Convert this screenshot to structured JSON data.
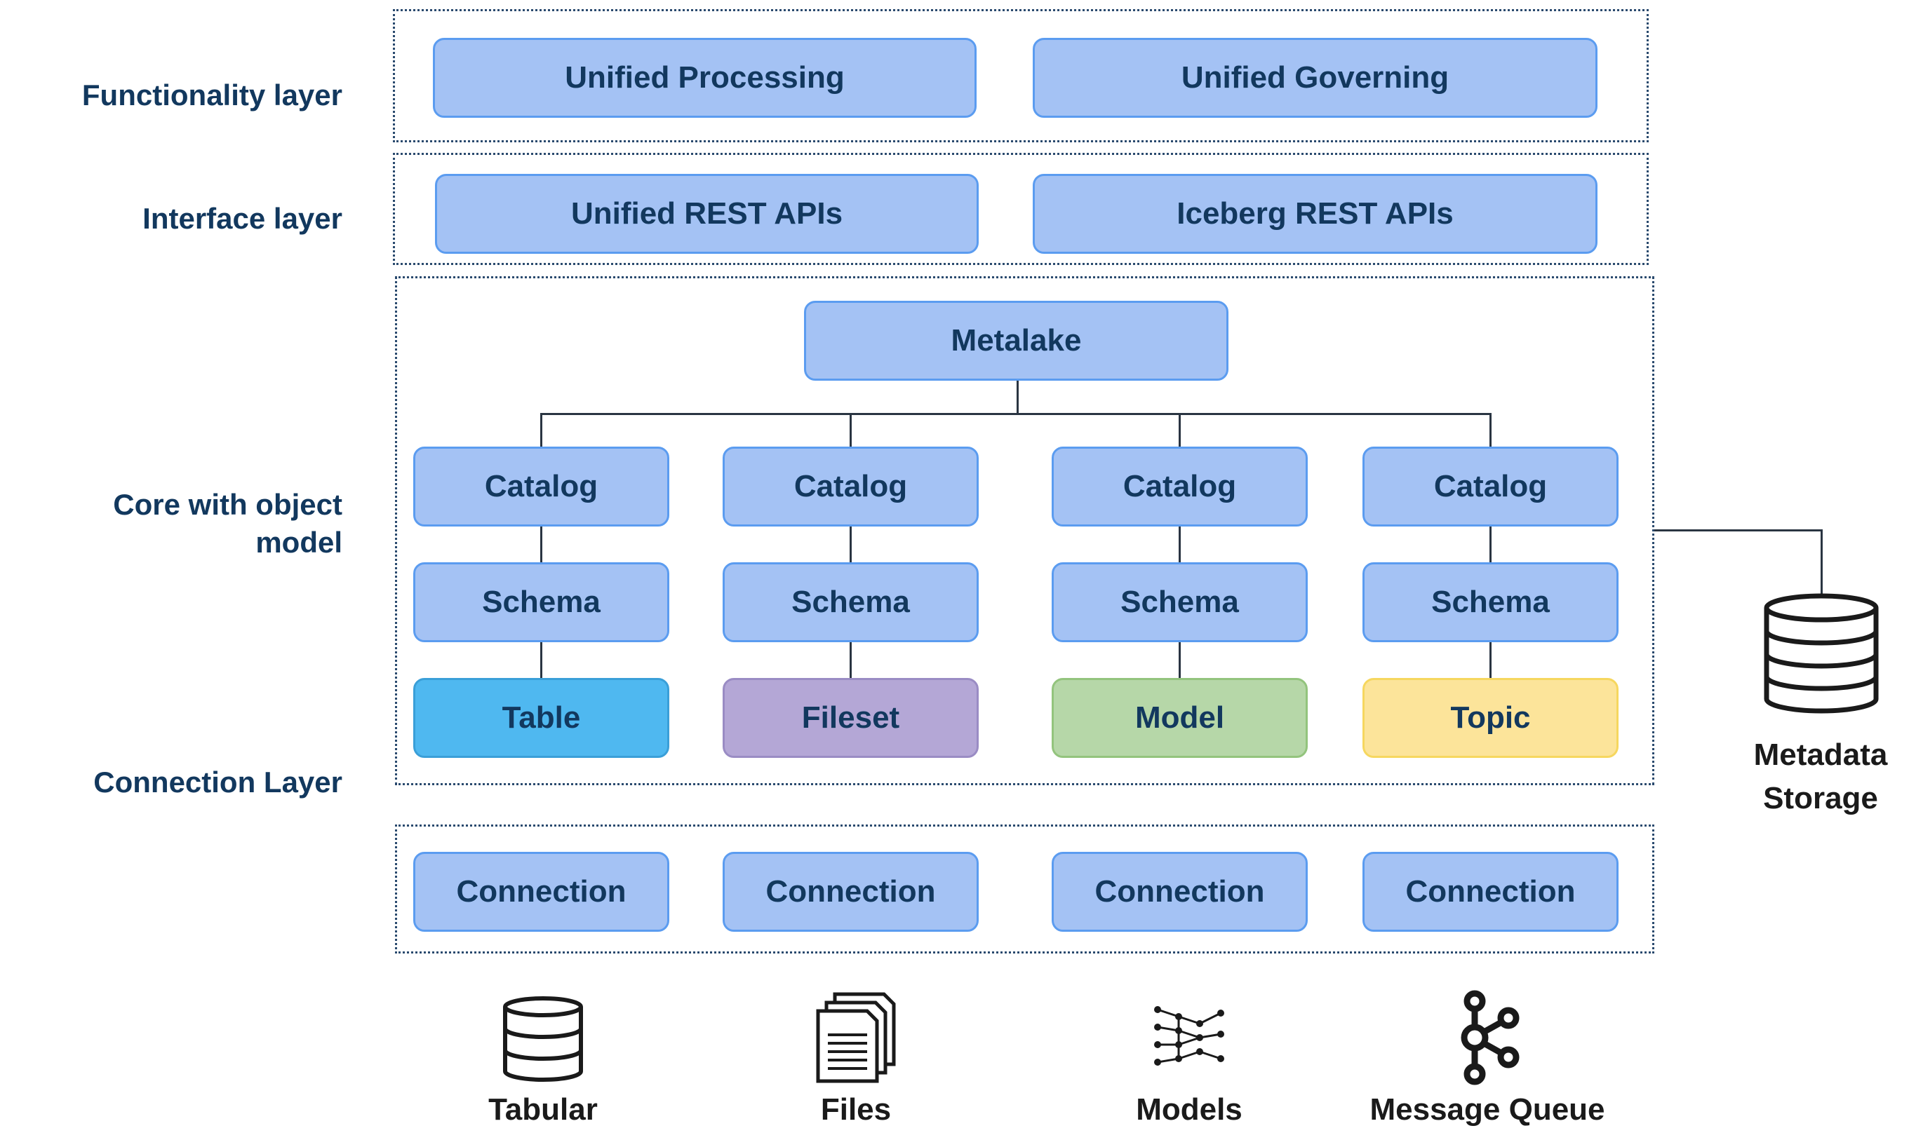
{
  "layers": {
    "functionality": "Functionality layer",
    "interface": "Interface layer",
    "core_line1": "Core with object",
    "core_line2": "model",
    "connection": "Connection Layer"
  },
  "functionality": {
    "unified_processing": "Unified Processing",
    "unified_governing": "Unified Governing"
  },
  "interface": {
    "unified_rest": "Unified REST APIs",
    "iceberg_rest": "Iceberg REST APIs"
  },
  "core": {
    "metalake": "Metalake",
    "columns": [
      {
        "catalog": "Catalog",
        "schema": "Schema",
        "object": "Table",
        "object_color": "#4fb8f0",
        "object_border": "#3a9fd8"
      },
      {
        "catalog": "Catalog",
        "schema": "Schema",
        "object": "Fileset",
        "object_color": "#b4a7d6",
        "object_border": "#9a8cc4"
      },
      {
        "catalog": "Catalog",
        "schema": "Schema",
        "object": "Model",
        "object_color": "#b6d7a8",
        "object_border": "#93c47d"
      },
      {
        "catalog": "Catalog",
        "schema": "Schema",
        "object": "Topic",
        "object_color": "#fce49a",
        "object_border": "#f6d75f"
      }
    ]
  },
  "connections": [
    "Connection",
    "Connection",
    "Connection",
    "Connection"
  ],
  "sources": [
    {
      "label": "Tabular",
      "icon": "database-icon"
    },
    {
      "label": "Files",
      "icon": "files-icon"
    },
    {
      "label": "Models",
      "icon": "neural-network-icon"
    },
    {
      "label": "Message Queue",
      "icon": "kafka-icon"
    }
  ],
  "metadata_storage": {
    "line1": "Metadata",
    "line2": "Storage",
    "icon": "database-icon"
  },
  "colors": {
    "box_fill": "#a4c2f4",
    "box_border": "#5b9cf0",
    "label_text": "#12385e"
  }
}
